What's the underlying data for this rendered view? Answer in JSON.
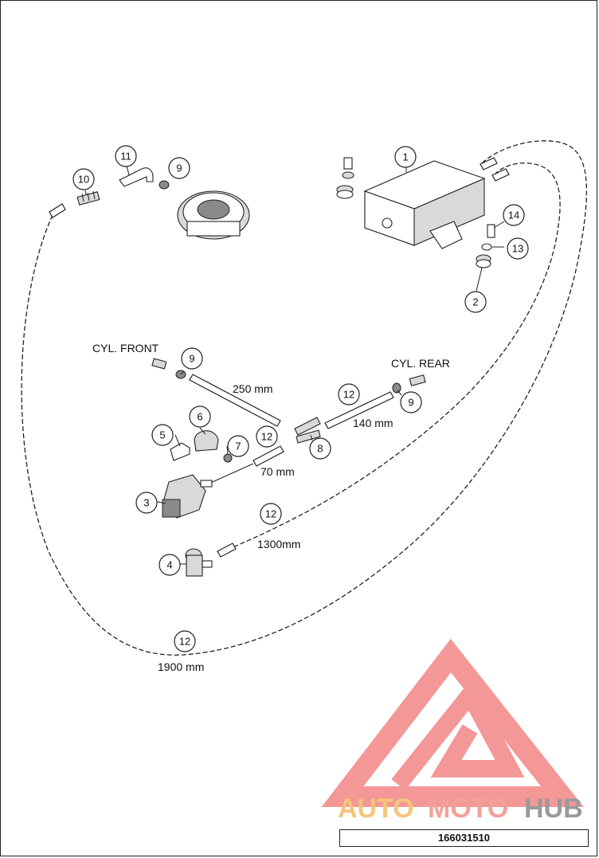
{
  "callouts": [
    "1",
    "2",
    "3",
    "4",
    "5",
    "6",
    "7",
    "8",
    "9",
    "9",
    "9",
    "10",
    "11",
    "12",
    "12",
    "12",
    "12",
    "13",
    "14"
  ],
  "labels": {
    "cyl_front": "CYL. FRONT",
    "cyl_rear": "CYL. REAR",
    "len_250": "250 mm",
    "len_140": "140 mm",
    "len_70": "70 mm",
    "len_1300": "1300mm",
    "len_1900": "1900 mm"
  },
  "watermark": {
    "text_part1": "AUTO",
    "text_part2": "MOTO",
    "text_part3": "HUB",
    "color_part1": "#f5c57a",
    "color_part2": "#f4a09a",
    "color_part3": "#9a9a9a",
    "logo_color": "#f28c8c"
  },
  "part_number": "166031510"
}
